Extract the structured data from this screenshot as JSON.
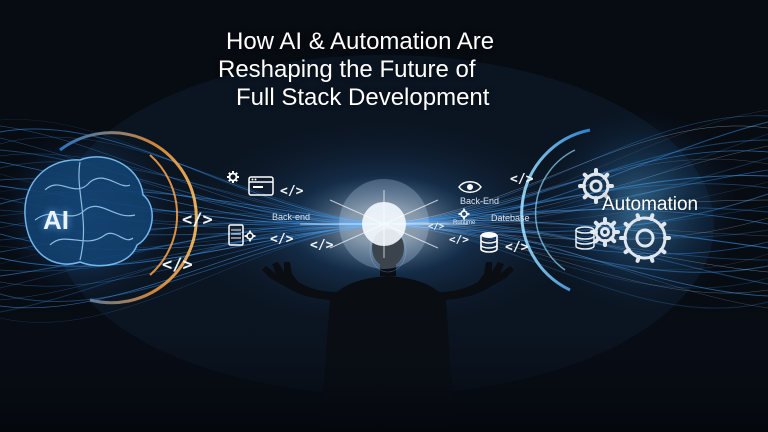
{
  "title": {
    "line1": "How AI & Automation Are",
    "line2": "Reshaping the Future of",
    "line3": "Full Stack Development"
  },
  "labels": {
    "ai": "AI",
    "automation": "Automation",
    "backend_left": "Back-end",
    "backend_right": "Back-End",
    "database": "Datebase",
    "runtime": "Runtime"
  },
  "code_tag": "</>",
  "icons": {
    "left": [
      "brain-icon",
      "gear-icon",
      "browser-window-icon",
      "server-icon"
    ],
    "right": [
      "eye-icon",
      "gear-icon",
      "database-icon",
      "gears-icon"
    ]
  },
  "colors": {
    "background": "#070b12",
    "left_glow": "#e8892a",
    "right_glow": "#35a3ff",
    "center_light": "#ffffff",
    "streams": "#3ea0ff"
  }
}
